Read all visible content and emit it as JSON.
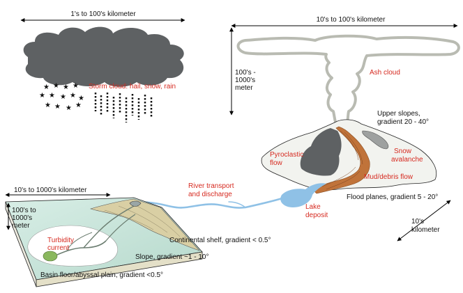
{
  "storm": {
    "scale": "1's to 100's kilometer",
    "label": "Storm cloud: hail, snow, rain"
  },
  "ash": {
    "scale": "10's to 100's kilometer",
    "height_line1": "100's -",
    "height_line2": "1000's",
    "height_line3": "meter",
    "label": "Ash cloud"
  },
  "volcano": {
    "upper_slopes_line1": "Upper slopes,",
    "upper_slopes_line2": "gradient 20 - 40°",
    "pyroclastic_line1": "Pyroclastic",
    "pyroclastic_line2": "flow",
    "snow_line1": "Snow",
    "snow_line2": "avalanche",
    "mud_debris": "Mud/debris flow",
    "flood_planes": "Flood planes, gradient 5 - 20°",
    "lake_line1": "Lake",
    "lake_line2": "deposit",
    "distance_line1": "10's",
    "distance_line2": "kilometer"
  },
  "river": {
    "line1": "River transport",
    "line2": "and discharge"
  },
  "basin": {
    "width_scale": "10's to 1000's kilometer",
    "depth_line1": "100's to",
    "depth_line2": "1000's",
    "depth_line3": "meter",
    "turbidity_line1": "Turbidity",
    "turbidity_line2": "current",
    "shelf": "Continental shelf, gradient < 0.5°",
    "slope": "Slope, gradient ~1 - 10°",
    "floor": "Basin floor/abyssal plain, gradient <0.5°"
  }
}
